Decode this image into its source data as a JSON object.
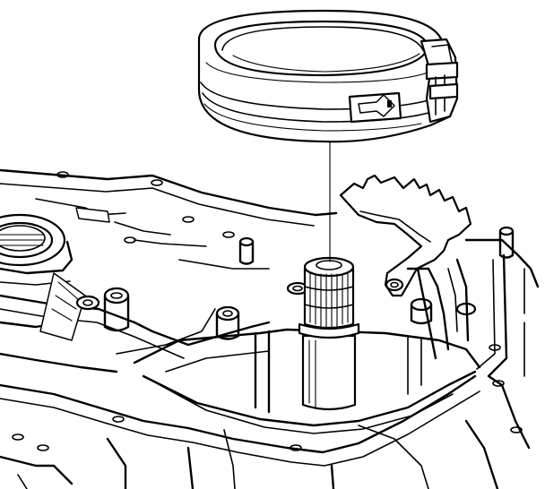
{
  "figure": {
    "kind": "technical line illustration",
    "components": [
      "brake-band",
      "center-guide-line",
      "transmission-case",
      "servo-shaft",
      "band-anchor-lever"
    ]
  },
  "colors": {
    "line": "#000000",
    "background": "#ffffff"
  }
}
